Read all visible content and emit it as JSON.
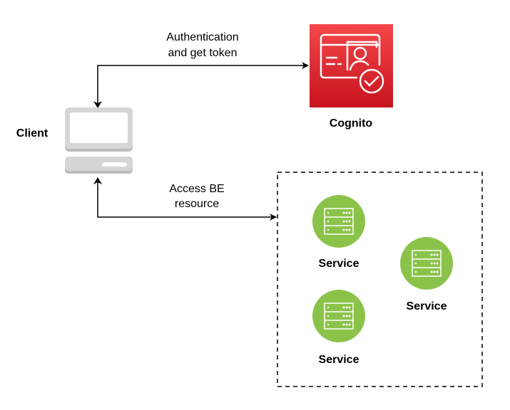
{
  "diagram": {
    "nodes": {
      "client": {
        "label": "Client",
        "icon": "desktop-computer-icon"
      },
      "cognito": {
        "label": "Cognito",
        "icon": "aws-cognito-icon",
        "color_top": "#F54749",
        "color_bottom": "#C7131F"
      },
      "services": [
        {
          "label": "Service",
          "icon": "server-rack-icon"
        },
        {
          "label": "Service",
          "icon": "server-rack-icon"
        },
        {
          "label": "Service",
          "icon": "server-rack-icon"
        }
      ],
      "service_color": "#8BC34A",
      "client_color": "#D6D6D6"
    },
    "edges": {
      "auth": {
        "label_line1": "Authentication",
        "label_line2": "and get token",
        "from": "client",
        "to": "cognito",
        "bidirectional": true
      },
      "access": {
        "label_line1": "Access BE",
        "label_line2": "resource",
        "from": "client",
        "to": "services-group",
        "bidirectional": true
      }
    },
    "group": {
      "name": "services-group",
      "style": "dashed"
    }
  }
}
